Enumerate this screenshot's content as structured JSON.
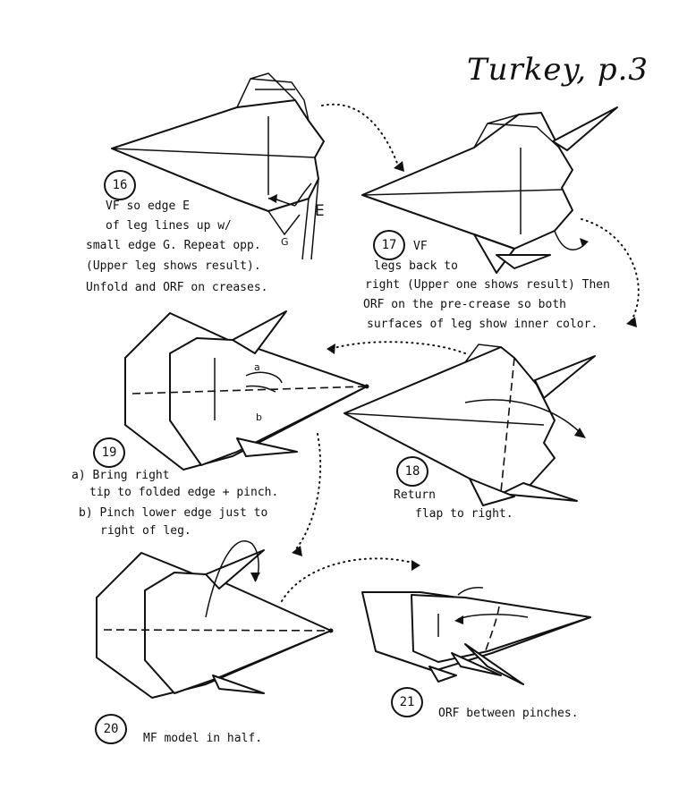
{
  "page": {
    "title": "Turkey, p.3"
  },
  "steps": [
    {
      "num": "16",
      "lines": [
        "VF so edge E",
        "of leg lines up w/",
        "small edge G. Repeat opp.",
        "(Upper leg shows result).",
        "Unfold and ORF on creases."
      ],
      "labels": {
        "E": "E",
        "G": "G"
      }
    },
    {
      "num": "17",
      "lines": [
        "VF",
        "legs back to",
        "right (Upper one shows result) Then",
        "ORF on the pre-crease so both",
        "surfaces of leg show inner color."
      ]
    },
    {
      "num": "18",
      "lines": [
        "Return",
        "flap to right."
      ]
    },
    {
      "num": "19",
      "lines": [
        "a) Bring right",
        "tip to folded edge + pinch.",
        "b) Pinch lower edge just to",
        "right of leg."
      ],
      "labels": {
        "a": "a",
        "b": "b"
      }
    },
    {
      "num": "20",
      "lines": [
        "MF model in half."
      ]
    },
    {
      "num": "21",
      "lines": [
        "ORF between pinches."
      ]
    }
  ]
}
